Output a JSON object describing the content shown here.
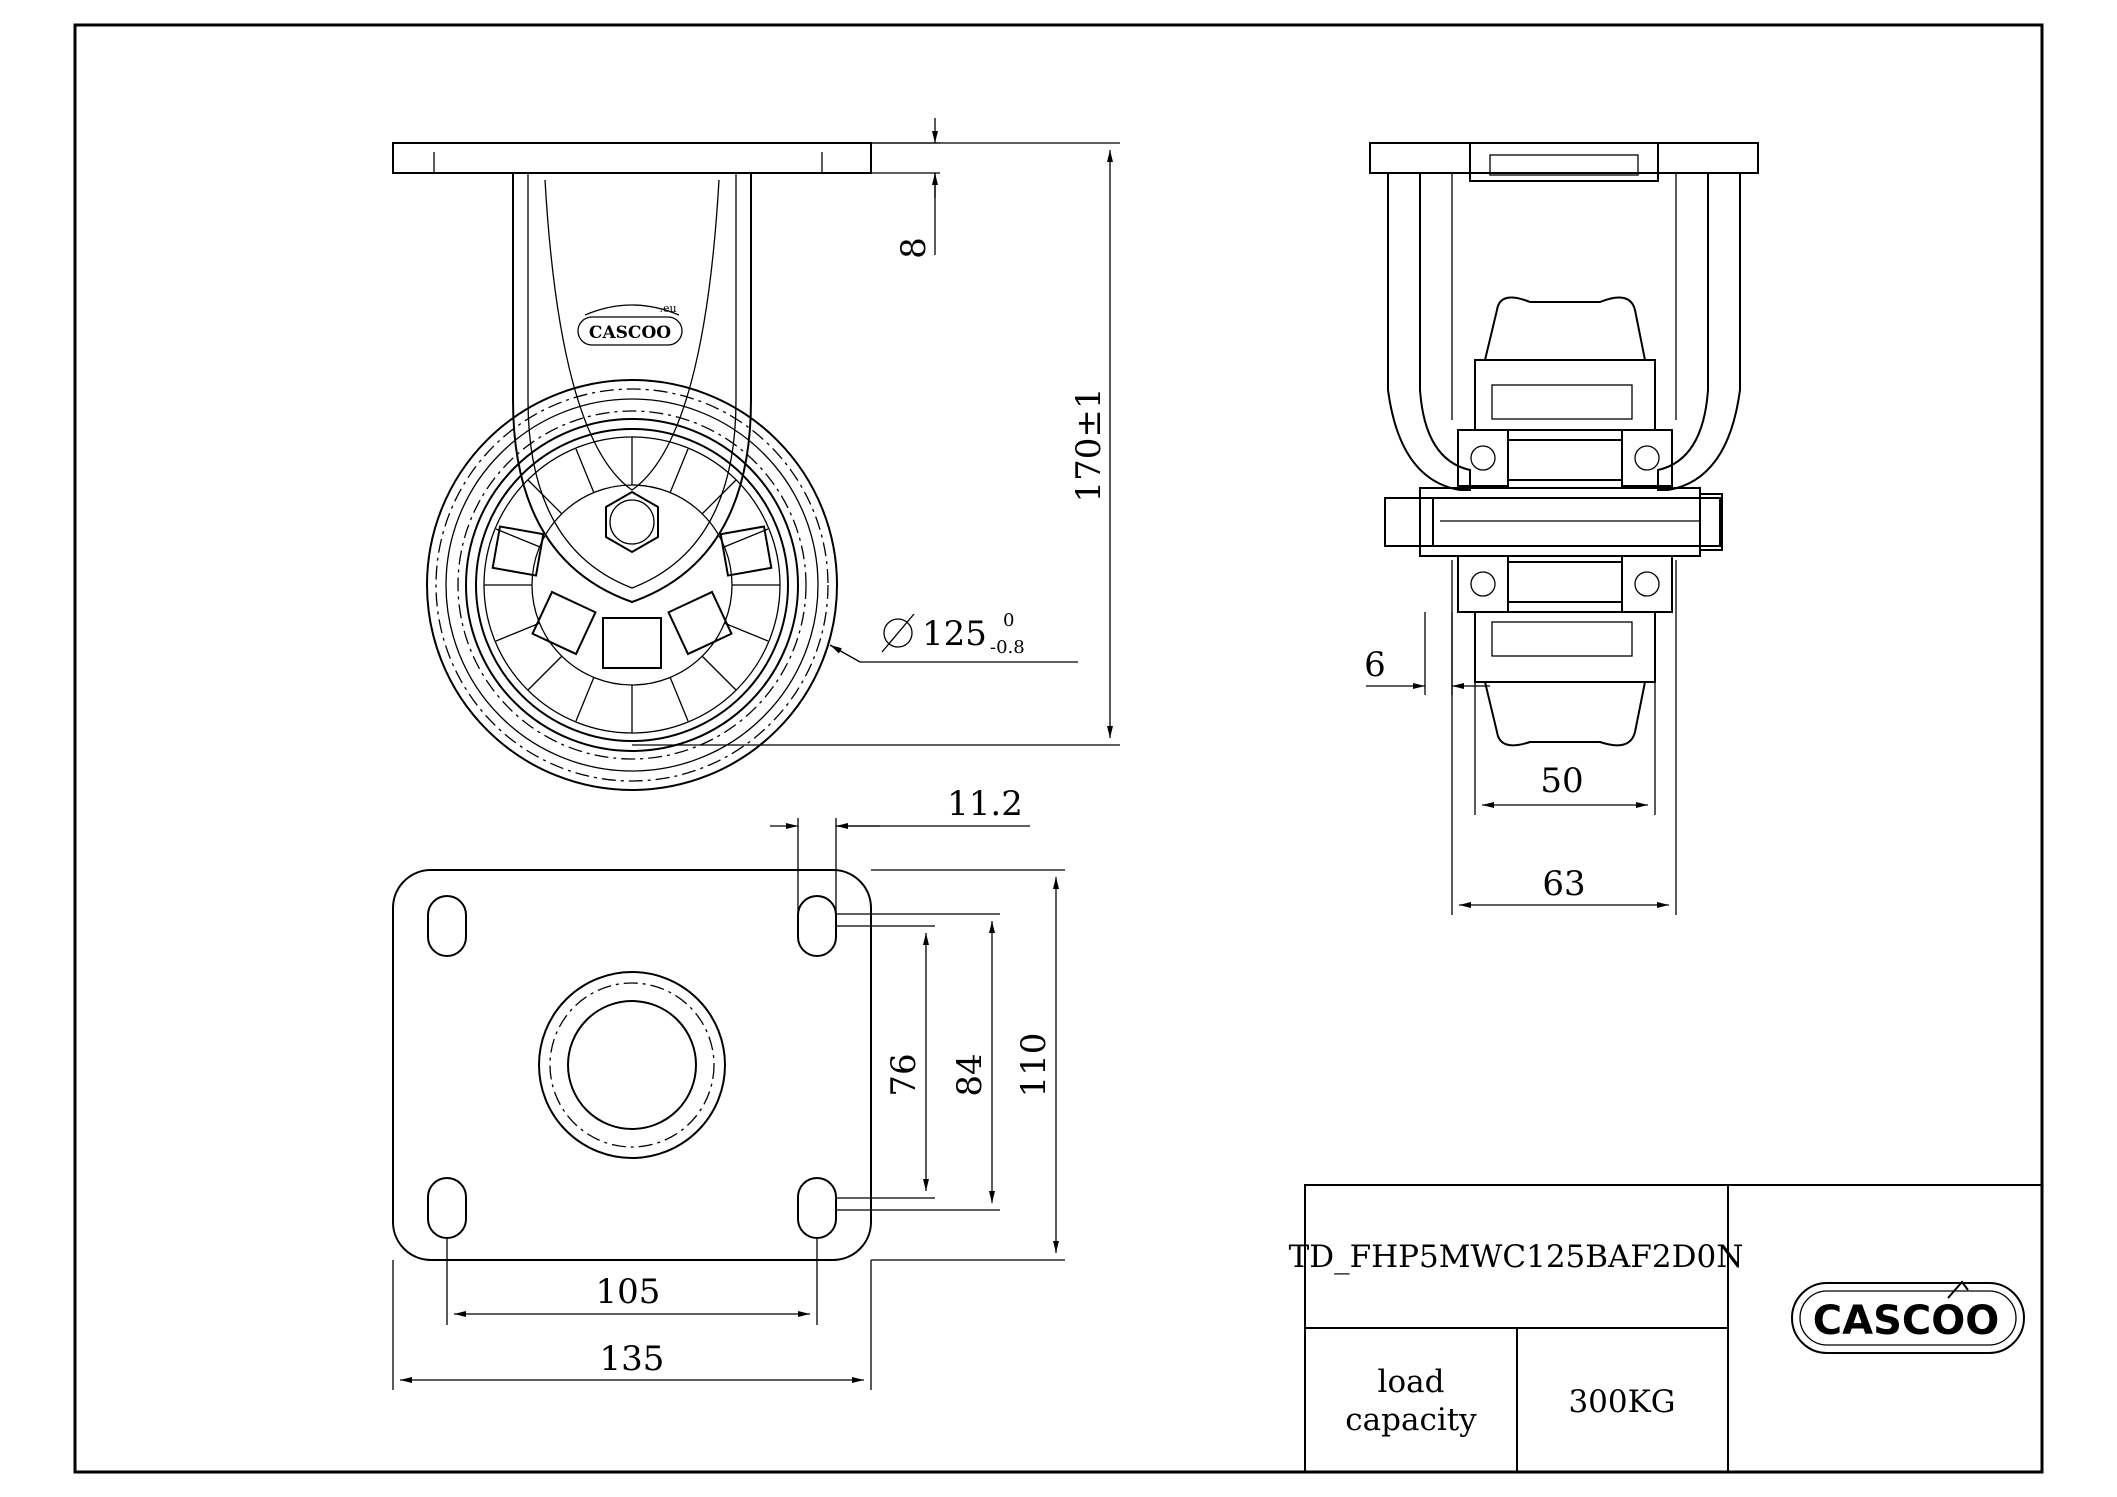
{
  "dimensions": {
    "plate_thickness": "8",
    "height": "170±1",
    "wheel_diameter": "125",
    "wheel_diameter_tol_upper": "0",
    "wheel_diameter_tol_lower": "-0.8",
    "hole_offset": "11.2",
    "hole_spacing_76": "76",
    "hole_spacing_84": "84",
    "plate_length": "110",
    "hole_spacing_105": "105",
    "plate_width": "135",
    "axle_offset": "6",
    "wheel_width": "50",
    "fork_width": "63"
  },
  "title_block": {
    "part_number": "TD_FHP5MWC125BAF2D0N",
    "load_label_line1": "load",
    "load_label_line2": "capacity",
    "load_value": "300KG",
    "logo_text": "CASCOO",
    "logo_domain": ".eu"
  },
  "colors": {
    "line": "#000000",
    "background": "#ffffff"
  }
}
